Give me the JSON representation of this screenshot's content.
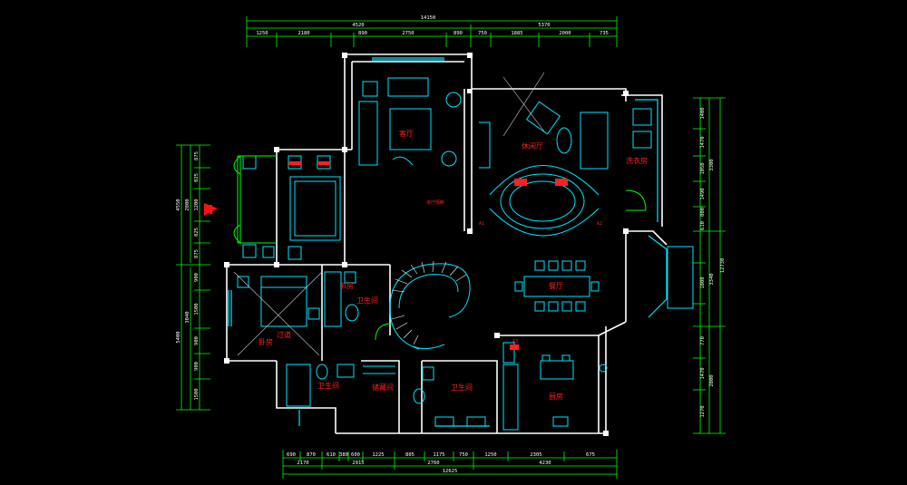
{
  "colors": {
    "background": "#000000",
    "wall": "#ffffff",
    "furniture": "#00e5ff",
    "door": "#00ff00",
    "label": "#ff2020",
    "dimension": "#00ff00",
    "grid": "#6fa8ff",
    "entry_arrow": "#ff1010"
  },
  "dims_top": {
    "overall": "14150",
    "level2": [
      "4520",
      "5370"
    ],
    "level3": [
      "1250",
      "2180",
      "890",
      "2750",
      "890",
      "750",
      "1885",
      "2000",
      "735"
    ]
  },
  "dims_bottom": {
    "level1": [
      "690",
      "870",
      "610",
      "380",
      "600",
      "1225",
      "805",
      "1175",
      "750",
      "1250",
      "2305",
      "675"
    ],
    "level2": [
      "2170",
      "2915",
      "2760",
      "4230"
    ],
    "overall": "12625"
  },
  "dims_left": {
    "overall_upper": "4550",
    "level2_upper": [
      "2800"
    ],
    "level3_upper": [
      "875",
      "825",
      "1200",
      "825",
      "875"
    ],
    "overall_lower": "5400",
    "level2_lower": [
      "3040"
    ],
    "level3_lower": [
      "900",
      "1500",
      "900",
      "900",
      "1500"
    ]
  },
  "dims_right": {
    "overall": "12730",
    "level2": [
      "3300",
      "3340",
      "2800"
    ],
    "level3": [
      "1400",
      "1470",
      "1050",
      "1490",
      "800",
      "610",
      "1800",
      "770",
      "1470",
      "1270"
    ]
  },
  "rooms": {
    "living": "客厅",
    "leisure": "休闲厅",
    "laundry": "洗衣房",
    "dining": "餐厅",
    "kitchen": "厨房",
    "bath1": "卫生间",
    "bath2": "卫生间",
    "bath3": "卫生间",
    "bedroom": "卧房",
    "storage": "储藏间",
    "study": "书房",
    "corridor": "过道",
    "column_a": "A1",
    "column_b": "A2",
    "column_c": "A3",
    "hall_note": "进厅隔断"
  }
}
